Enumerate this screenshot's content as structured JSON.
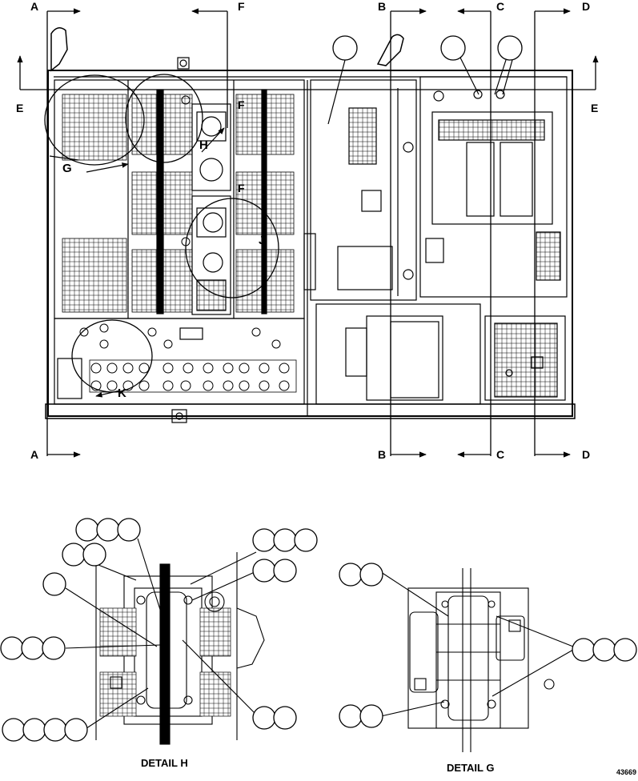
{
  "section_marks": {
    "A": "A",
    "B": "B",
    "C": "C",
    "D": "D",
    "E": "E",
    "F": "F"
  },
  "detail_refs": {
    "G": "G",
    "H": "H",
    "J": "J",
    "K": "K"
  },
  "captions": {
    "detail_h": "DETAIL H",
    "detail_g": "DETAIL G"
  },
  "drawing_number": "43669"
}
